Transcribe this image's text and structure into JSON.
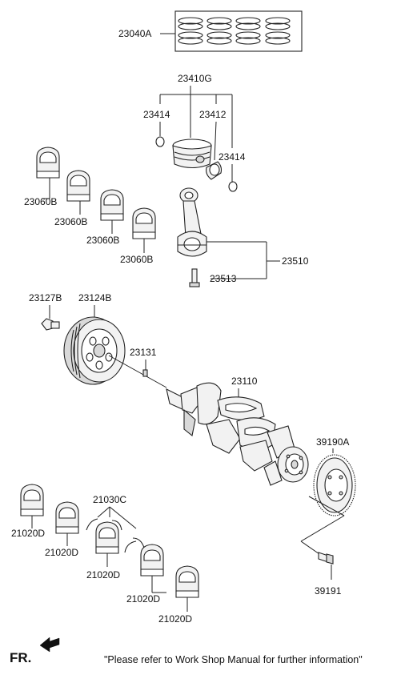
{
  "parts": {
    "p23040A": "23040A",
    "p23410G": "23410G",
    "p23414_a": "23414",
    "p23412": "23412",
    "p23414_b": "23414",
    "p23060B_1": "23060B",
    "p23060B_2": "23060B",
    "p23060B_3": "23060B",
    "p23060B_4": "23060B",
    "p23510": "23510",
    "p23513": "23513",
    "p23127B": "23127B",
    "p23124B": "23124B",
    "p23131": "23131",
    "p23110": "23110",
    "p39190A": "39190A",
    "p39191": "39191",
    "p21030C": "21030C",
    "p21020D_1": "21020D",
    "p21020D_2": "21020D",
    "p21020D_3": "21020D",
    "p21020D_4": "21020D",
    "p21020D_5": "21020D"
  },
  "footer": {
    "fr_label": "FR.",
    "note": "\"Please refer to Work Shop Manual for further information\""
  },
  "icons": {
    "fr_arrow": "arrow-icon"
  }
}
